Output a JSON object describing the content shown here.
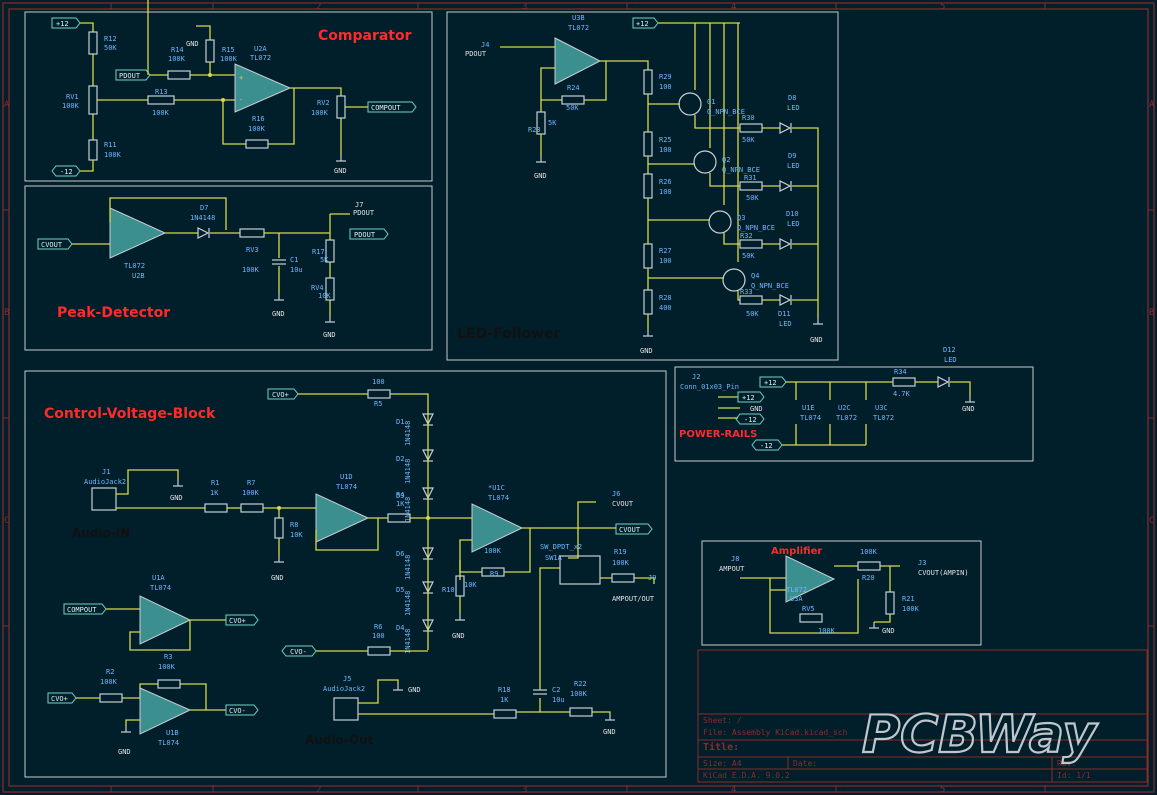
{
  "border": {
    "columns": [
      "1",
      "2",
      "3",
      "4",
      "5"
    ],
    "rows": [
      "A",
      "B",
      "C"
    ]
  },
  "blocks": {
    "comparator": "Comparator",
    "peak_detector": "Peak-Detector",
    "led_follower": "LED-Follower",
    "control_voltage": "Control-Voltage-Block",
    "power_rails": "POWER-RAILS",
    "amplifier": "Amplifier"
  },
  "labels": {
    "p12": "+12",
    "m12": "-12",
    "pdout": "PDOUT",
    "compout": "COMPOUT",
    "cvout": "CVOUT",
    "cvo_plus": "CVO+",
    "cvo_minus": "CVO-",
    "gnd": "GND",
    "audio_in": "Audio-IN",
    "audio_out": "Audio-Out",
    "ampout_cap": "AMPOUT/OUT",
    "ampout": "AMPOUT",
    "cvout_ampin": "CVOUT(AMPIN)",
    "conn": "Conn_01x03_Pin",
    "audiojack": "AudioJack2",
    "led": "LED",
    "sw": "SW_DPDT_x2",
    "qnpn": "Q_NPN_BCE"
  },
  "parts": {
    "r12": "R12",
    "r12v": "50K",
    "r14": "R14",
    "r14v": "100K",
    "r15": "R15",
    "r15v": "100K",
    "u2a": "U2A",
    "tl072": "TL072",
    "tl074": "TL074",
    "rv1": "RV1",
    "rv1v": "100K",
    "r13": "R13",
    "r13v": "100K",
    "r16": "R16",
    "r16v": "100K",
    "rv2": "RV2",
    "rv2v": "100K",
    "r11": "R11",
    "r11v": "100K",
    "d7": "D7",
    "d7v": "1N4148",
    "rv3": "RV3",
    "rv3v": "100K",
    "c1": "C1",
    "c1v": "10u",
    "r17": "R17",
    "r17v": "5K",
    "rv4": "RV4",
    "rv4v": "10K",
    "u2b": "U2B",
    "j7": "J7",
    "j4": "J4",
    "u3b": "U3B",
    "r24": "R24",
    "r24v": "50K",
    "r23": "R23",
    "r23v": "5K",
    "r29": "R29",
    "r29v": "100",
    "r25": "R25",
    "r25v": "100",
    "r26": "R26",
    "r26v": "100",
    "r27": "R27",
    "r27v": "100",
    "r28": "R28",
    "r28v": "400",
    "q1": "Q1",
    "q2": "Q2",
    "q3": "Q3",
    "q4": "Q4",
    "r30": "R30",
    "r31": "R31",
    "r32": "R32",
    "r33": "R33",
    "r50k": "50K",
    "d8": "D8",
    "d9": "D9",
    "d10": "D10",
    "d11": "D11",
    "j2": "J2",
    "r34": "R34",
    "r34v": "4.7K",
    "d12": "D12",
    "u1e": "U1E",
    "u2c": "U2C",
    "u3c": "U3C",
    "j1": "J1",
    "r1": "R1",
    "r1v": "1K",
    "r7": "R7",
    "r7v": "100K",
    "u1d": "U1D",
    "r8": "R8",
    "r8v": "10K",
    "r5": "R5",
    "r5v": "100",
    "r6": "R6",
    "r6v": "100",
    "d1": "D1",
    "d2": "D2",
    "d3": "D3",
    "d4": "D4",
    "d5": "D5",
    "d6": "D6",
    "diode": "1N4148",
    "r4": "R4",
    "r4v": "1K",
    "u1c": "*U1C",
    "r9": "R9",
    "r9v": "100K",
    "j6": "J6",
    "sw1a": "SW1A",
    "r19": "R19",
    "r19v": "100K",
    "j9": "J9",
    "r10": "R10",
    "r10v": "10K",
    "u1a": "U1A",
    "r2": "R2",
    "r2v": "100K",
    "r3": "R3",
    "r3v": "100K",
    "u1b": "U1B",
    "j5": "J5",
    "r18": "R18",
    "r18v": "1K",
    "c2": "C2",
    "c2v": "10u",
    "r22": "R22",
    "r22v": "100K",
    "j8": "J8",
    "u3a": "U3A",
    "r20": "R20",
    "r20v": "100K",
    "j3": "J3",
    "rv5": "RV5",
    "rv5v": "100K",
    "r21": "R21",
    "r21v": "100K"
  },
  "title_block": {
    "sheet": "Sheet: /",
    "file": "File: Assembly KiCad.kicad_sch",
    "title": "Title:",
    "size": "Size: A4",
    "date": "Date:",
    "rev": "Rev:",
    "tool": "KiCad E.D.A. 9.0.2",
    "id": "Id: 1/1"
  },
  "watermark": "PCBWay",
  "colors": {
    "background": "#001f2b",
    "frame": "#8e2a2a",
    "wire": "#d8d84a",
    "block_title": "#ff2a2a",
    "ref_text": "#6fb7ff"
  }
}
